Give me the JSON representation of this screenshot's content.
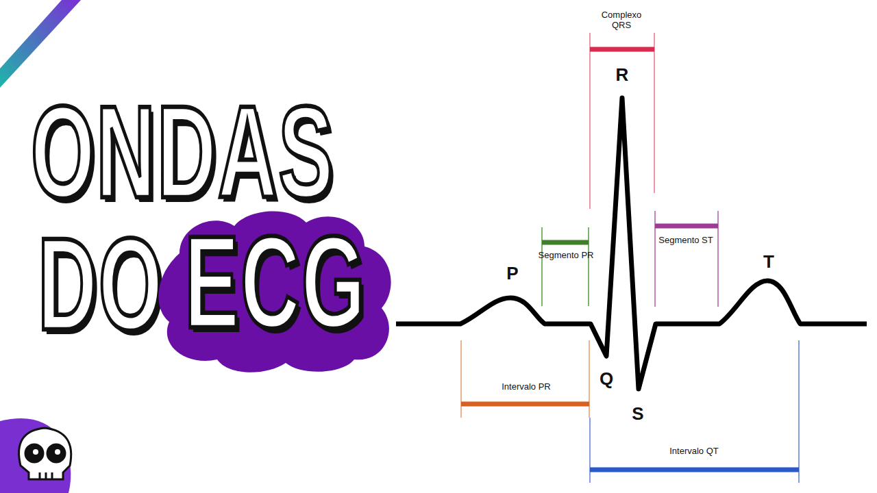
{
  "diagram": {
    "nodes": [
      {
        "text": [
          "ECG"
        ]
      }
    ],
    "labels": [
      "ONDAS",
      "DO",
      "Complexo QRS",
      "R",
      "Segmento PR",
      "Segmento ST",
      "P",
      "T",
      "Q",
      "S",
      "Intervalo PR",
      "Intervalo QT"
    ]
  }
}
